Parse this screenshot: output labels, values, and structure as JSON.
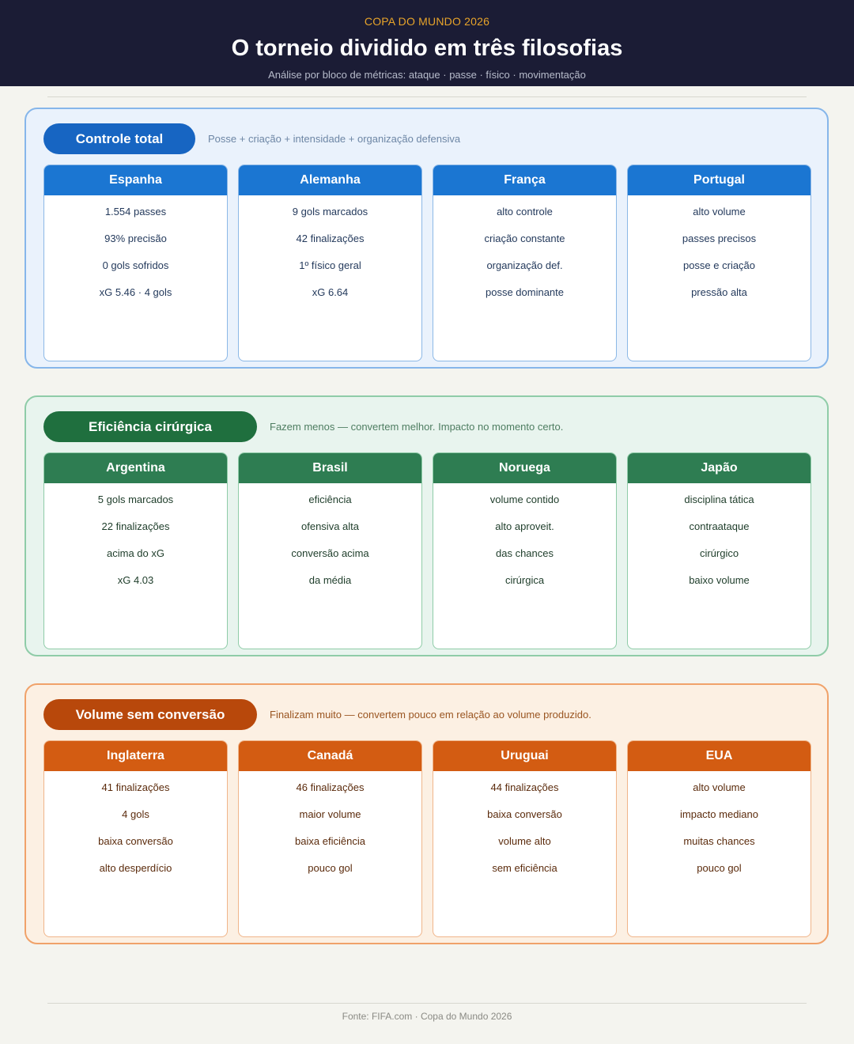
{
  "header": {
    "kicker": "COPA DO MUNDO 2026",
    "title": "O torneio dividido em três filosofias",
    "subtitle": "Análise por bloco de métricas: ataque · passe · físico · movimentação"
  },
  "groups": [
    {
      "name": "Controle total",
      "description": "Posse + criação + intensidade + organização defensiva",
      "color": "#1765c2",
      "teams": [
        {
          "name": "Espanha",
          "metrics": [
            "1.554 passes",
            "93% precisão",
            "0 gols sofridos",
            "xG 5.46 · 4 gols"
          ]
        },
        {
          "name": "Alemanha",
          "metrics": [
            "9 gols marcados",
            "42 finalizações",
            "1º físico geral",
            "xG 6.64"
          ]
        },
        {
          "name": "França",
          "metrics": [
            "alto controle",
            "criação constante",
            "organização def.",
            "posse dominante"
          ]
        },
        {
          "name": "Portugal",
          "metrics": [
            "alto volume",
            "passes precisos",
            "posse e criação",
            "pressão alta"
          ]
        }
      ]
    },
    {
      "name": "Eficiência cirúrgica",
      "description": "Fazem menos — convertem melhor. Impacto no momento certo.",
      "color": "#1f6f3e",
      "teams": [
        {
          "name": "Argentina",
          "metrics": [
            "5 gols marcados",
            "22 finalizações",
            "acima do xG",
            "xG 4.03"
          ]
        },
        {
          "name": "Brasil",
          "metrics": [
            "eficiência",
            "ofensiva alta",
            "conversão acima",
            "da média"
          ]
        },
        {
          "name": "Noruega",
          "metrics": [
            "volume contido",
            "alto aproveit.",
            "das chances",
            "cirúrgica"
          ]
        },
        {
          "name": "Japão",
          "metrics": [
            "disciplina tática",
            "contraataque",
            "cirúrgico",
            "baixo volume"
          ]
        }
      ]
    },
    {
      "name": "Volume sem conversão",
      "description": "Finalizam muito — convertem pouco em relação ao volume produzido.",
      "color": "#b8480b",
      "teams": [
        {
          "name": "Inglaterra",
          "metrics": [
            "41 finalizações",
            "4 gols",
            "baixa conversão",
            "alto desperdício"
          ]
        },
        {
          "name": "Canadá",
          "metrics": [
            "46 finalizações",
            "maior volume",
            "baixa eficiência",
            "pouco gol"
          ]
        },
        {
          "name": "Uruguai",
          "metrics": [
            "44 finalizações",
            "baixa conversão",
            "volume alto",
            "sem eficiência"
          ]
        },
        {
          "name": "EUA",
          "metrics": [
            "alto volume",
            "impacto mediano",
            "muitas chances",
            "pouco gol"
          ]
        }
      ]
    }
  ],
  "footer": "Fonte: FIFA.com · Copa do Mundo 2026"
}
